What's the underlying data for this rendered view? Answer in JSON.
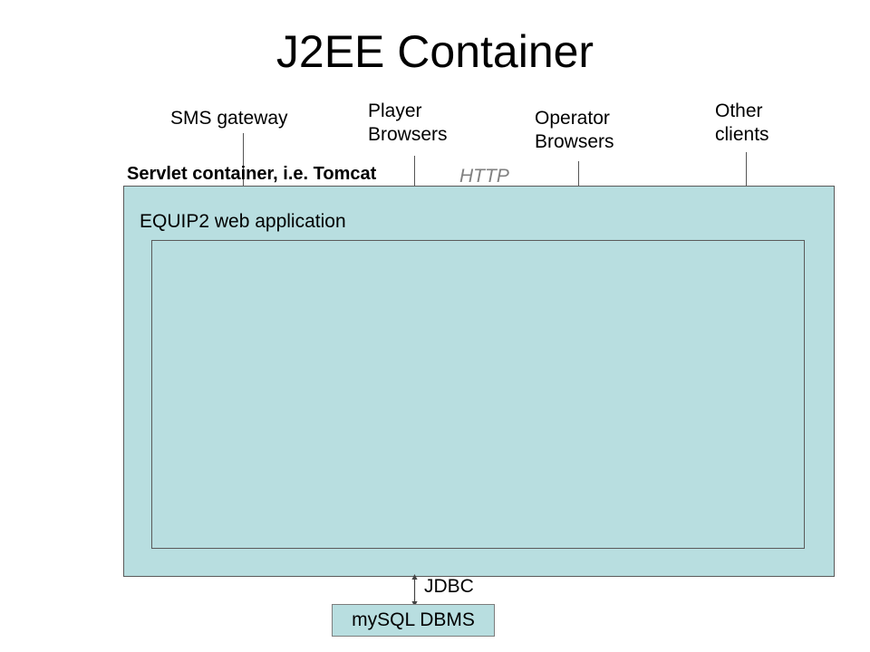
{
  "slide": {
    "title": "J2EE Container",
    "background_color": "#ffffff",
    "box_fill_color": "#b8dee0",
    "box_border_color": "#5a5a5a",
    "text_color": "#000000",
    "muted_text_color": "#808080"
  },
  "clients": [
    {
      "label": "SMS gateway",
      "name": "sms-gateway"
    },
    {
      "label": "Player\nBrowsers",
      "name": "player-browsers"
    },
    {
      "label": "Operator\nBrowsers",
      "name": "operator-browsers"
    },
    {
      "label": "Other\nclients",
      "name": "other-clients"
    }
  ],
  "protocol": {
    "http_label": "HTTP"
  },
  "container": {
    "servlet_label": "Servlet container, i.e. Tomcat",
    "webapp_label": "EQUIP2 web application"
  },
  "database": {
    "connector_label": "JDBC",
    "box_label": "mySQL DBMS"
  }
}
